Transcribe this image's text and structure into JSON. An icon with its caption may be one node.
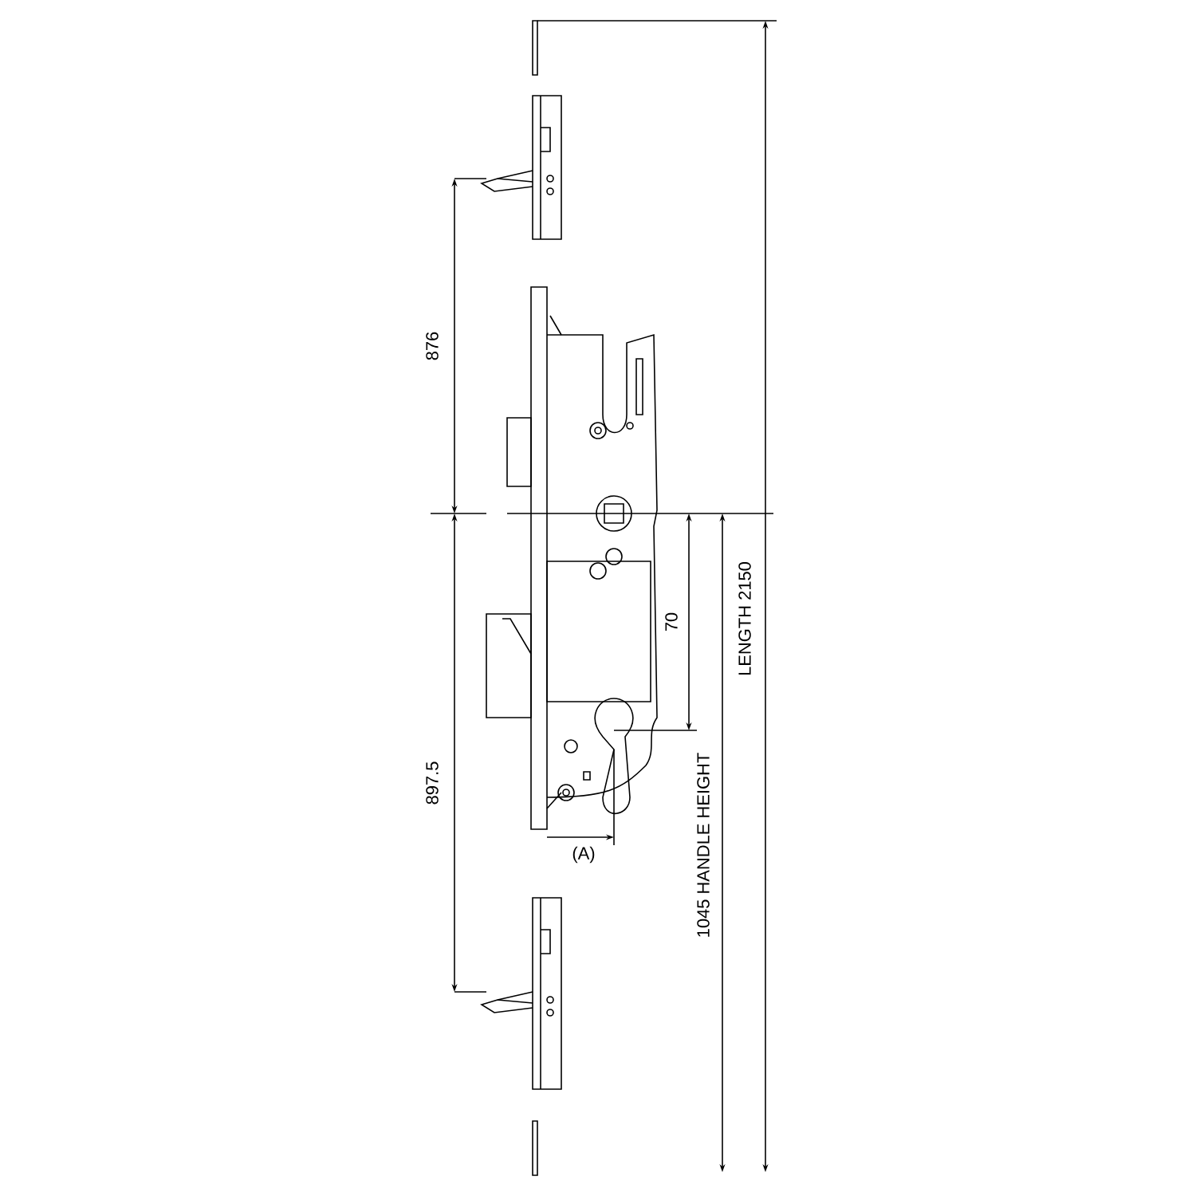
{
  "diagram": {
    "labels": [
      "876",
      "897.5",
      "70",
      "(A)",
      "1045 HANDLE HEIGHT",
      "LENGTH 2150"
    ]
  }
}
